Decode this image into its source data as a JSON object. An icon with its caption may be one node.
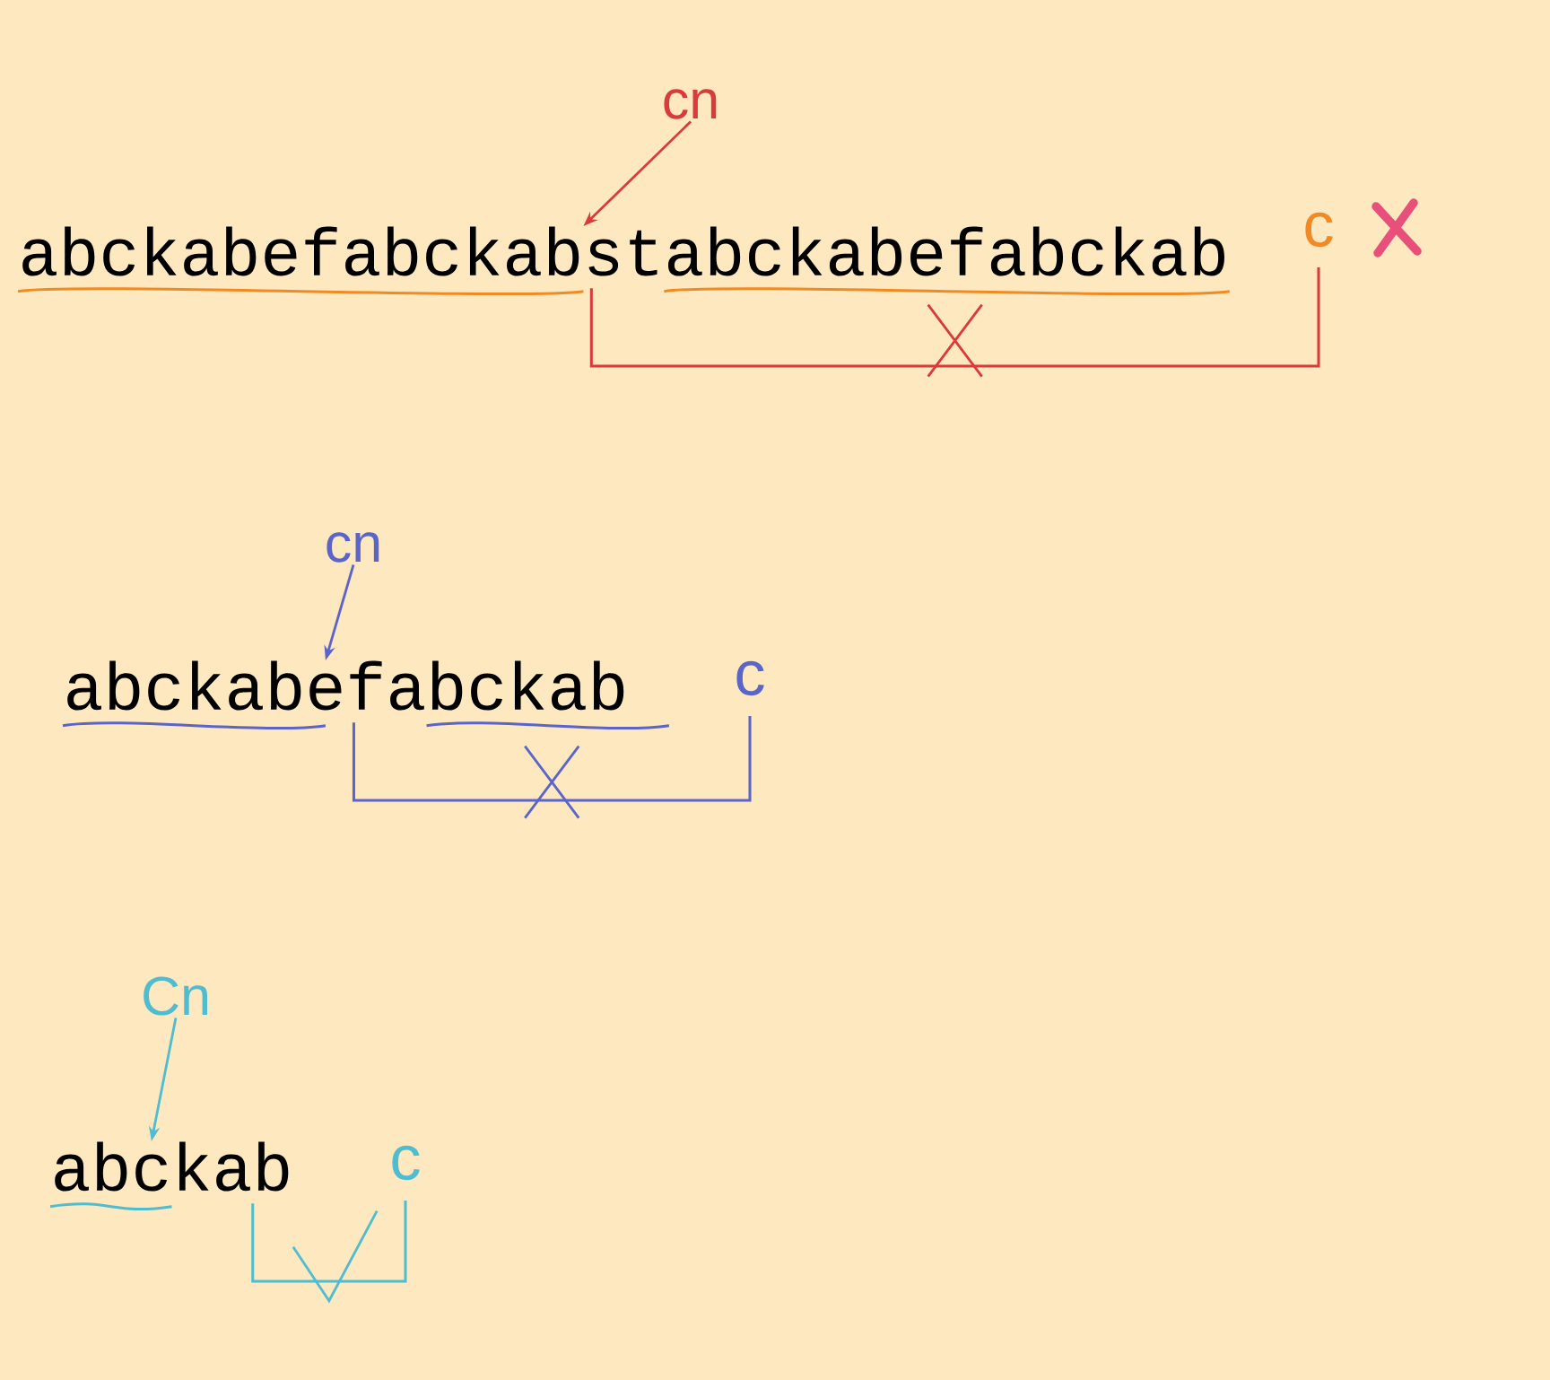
{
  "diagram": {
    "nodes": [
      {
        "text": [
          "cn"
        ]
      },
      {
        "text": [
          "abckabefabckabstabckabefabckab"
        ]
      },
      {
        "text": [
          "c"
        ]
      },
      {
        "text": [
          "cn"
        ]
      },
      {
        "text": [
          "abckabefabckab"
        ]
      },
      {
        "text": [
          "c"
        ]
      },
      {
        "text": [
          "Cn"
        ]
      },
      {
        "text": [
          "abckab"
        ]
      },
      {
        "text": [
          "c"
        ]
      }
    ],
    "edges": [
      {
        "from": 0,
        "to": 1,
        "arrow": "to",
        "color": "#d93a3a"
      },
      {
        "from": 1,
        "to": 2,
        "arrow": "none",
        "color": "#d93a3a"
      },
      {
        "from": 3,
        "to": 4,
        "arrow": "to",
        "color": "#5b64c8"
      },
      {
        "from": 4,
        "to": 5,
        "arrow": "none",
        "color": "#5b64c8"
      },
      {
        "from": 6,
        "to": 7,
        "arrow": "to",
        "color": "#4fbcd0"
      },
      {
        "from": 7,
        "to": 8,
        "arrow": "none",
        "color": "#4fbcd0"
      }
    ]
  }
}
